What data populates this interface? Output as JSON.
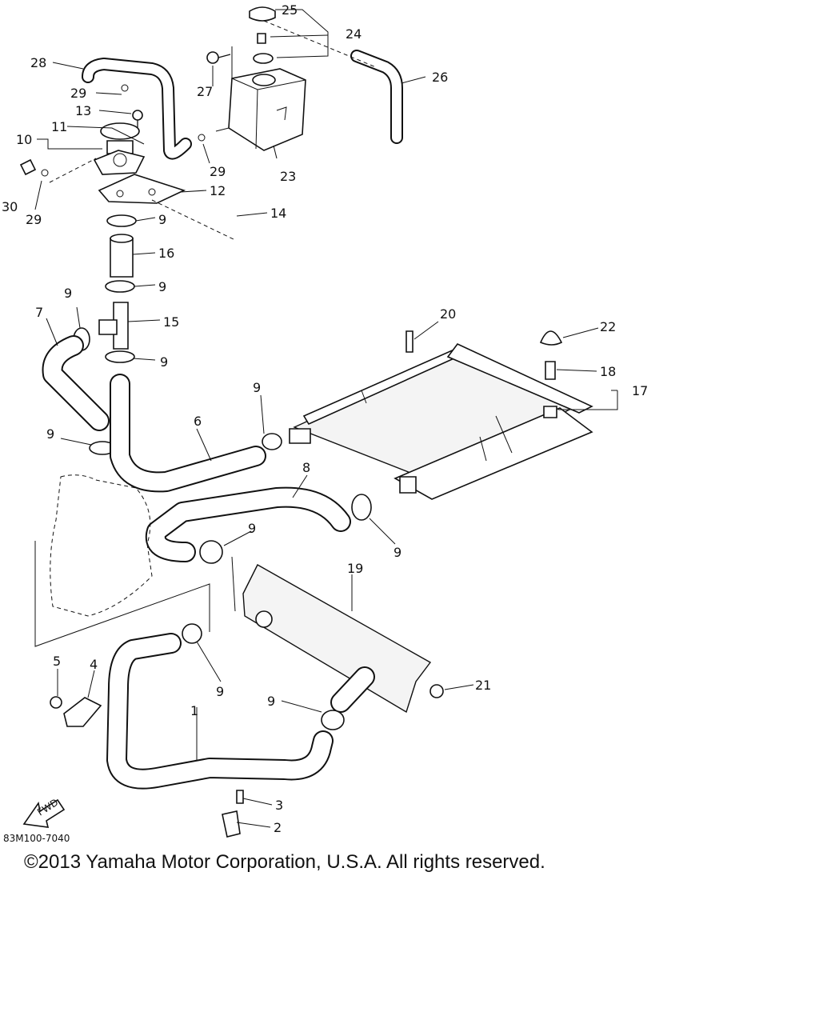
{
  "diagram": {
    "drawing_code": "83M100-7040",
    "direction_marker": "FWD",
    "callouts": [
      "1",
      "2",
      "3",
      "4",
      "5",
      "6",
      "7",
      "8",
      "9",
      "10",
      "11",
      "12",
      "13",
      "14",
      "15",
      "16",
      "17",
      "18",
      "19",
      "20",
      "21",
      "22",
      "23",
      "24",
      "25",
      "26",
      "27",
      "28",
      "29",
      "30"
    ]
  },
  "footer": {
    "copyright": "©2013 Yamaha Motor Corporation, U.S.A. All rights reserved."
  }
}
